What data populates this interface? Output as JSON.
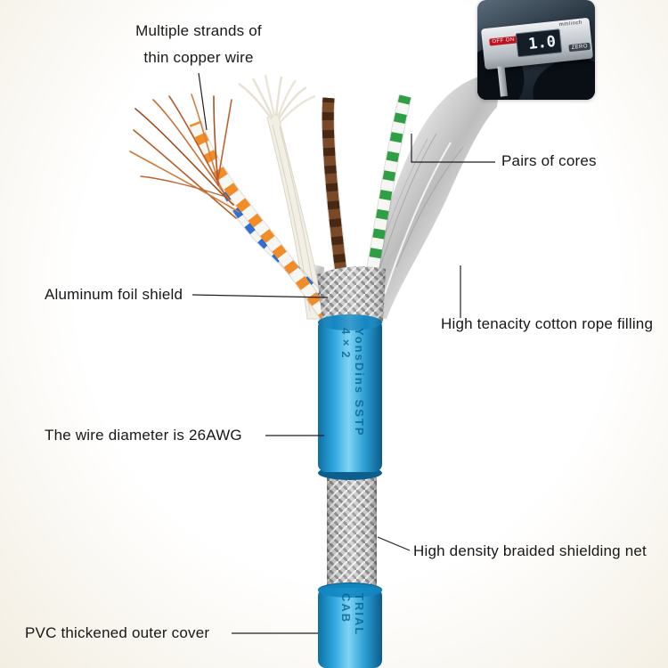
{
  "annotations": {
    "copper_strands": {
      "line1": "Multiple strands of",
      "line2": "thin copper wire"
    },
    "pairs_of_cores": {
      "label": "Pairs of cores"
    },
    "aluminum_foil": {
      "label": "Aluminum foil shield"
    },
    "cotton_rope": {
      "label": "High tenacity cotton rope filling"
    },
    "wire_diameter": {
      "label": "The wire diameter is 26AWG"
    },
    "braided_shield": {
      "label": "High density braided shielding net"
    },
    "outer_cover": {
      "label": "PVC thickened outer cover"
    }
  },
  "cable": {
    "print_upper": "YonsDins SSTP 4×2",
    "print_lower": "TRIAL CAB",
    "colors": {
      "jacket_blue": "#1E9BD7",
      "foil_silver": "#D9D9D9",
      "braid_gray": "#C9C9C9",
      "pair_orange": "#F28C28",
      "pair_blue": "#2F6FD6",
      "pair_green": "#2F9E44",
      "pair_brown": "#6B4528",
      "copper": "#C0622F",
      "cotton": "#F1EDE0"
    }
  },
  "caliper": {
    "display_value": "1.0",
    "unit_label": "mm/inch",
    "button_onoff": "OFF ON",
    "button_zero": "ZERO"
  }
}
